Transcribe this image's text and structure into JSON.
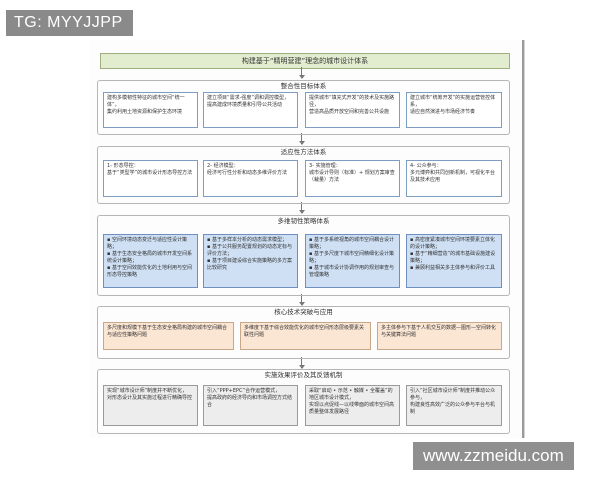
{
  "watermark": "TG: MYYJJPP",
  "site_watermark": "www.zzmeidu.com",
  "title": "构建基于“精明营建”理念的城市设计体系",
  "sections": [
    {
      "title": "整合性目标体系",
      "boxes": [
        "建构多模韧性特征的城市空间“统一体”，\n集约利用土地资源和保护生态环境",
        "建立项目“需求-强度”调和调控模型，\n提高建成环境质量和引导公共活动",
        "提供城市“填充式开发”的技术及实施路径，\n营造高品质开放空间和完善公共设施",
        "建立城市“统筹开发”的实施运营管控体系，\n适应自然演进与市场经济节奏"
      ]
    },
    {
      "title": "适应性方法体系",
      "boxes": [
        "1- 形态导控：\n基于“类型学”的城市设计形态导控方法",
        "2- 经济模型：\n经济可行性分析和动态多维评价方法",
        "3- 实施管理：\n城市设计导则（标准）+ 规划方案审查（裁量）方法",
        "4- 公众参与：\n多元博弈和共同创新机制，可视化平台及其技术应用"
      ]
    },
    {
      "title": "多维韧性策略体系",
      "boxes": [
        "▪ 空间环境动态变迁与适应性设计策略；\n▪ 基于生态安全格局的城市开发空间系统设计策略；\n▪ 基于空间效能优化的土地利用与空间形态导控策略",
        "▪ 基于多样本分析的动态需求模型；\n▪ 基于公共服务配置规划的动态定标与评价方法；\n▪ 基于项目建设综合实施策略的多方案比较研究",
        "▪ 基于多系统视角的城市空间耦合设计策略；\n▪ 基于多尺度下城市空间精细化设计策略；\n▪ 基于城市设计协调作用的规划审查与管理策略",
        "▪ 高密度紧凑城市空间环境要素立体化的设计策略；\n▪ 基于“精细营造”的城市基础设施建设策略；\n▪ 兼顾利益相关多主体参与和评价工具"
      ]
    },
    {
      "title": "核心技术突破与应用",
      "boxes": [
        "多尺度和规模下基于生态安全格局构建的城市空间耦合与适应性策略问题",
        "多维度下基于综合效能优化的城市空间形态层级要素关联性问题",
        "多主体参与下基于人机交互的数据—图形—空间转化与关键算法问题"
      ]
    },
    {
      "title": "实施效果评价及其反馈机制",
      "boxes": [
        "实现“城市设计师”制度并不断优化，\n对形态设计及其实施过程进行精确导控",
        "引入“PPP+EPC”合作运营模式，\n提高政府的经济导向和市场调控方式结合",
        "采取“启动 • 示范 • 触媒 • 全覆盖”的地区城市设计模式，\n实现以点促线—以线带面的城市空间高质量整体发展路径",
        "引入“社区城市设计师”制度并推动公众参与，\n构建良性高效广泛的公众参与平台与机制"
      ]
    }
  ]
}
